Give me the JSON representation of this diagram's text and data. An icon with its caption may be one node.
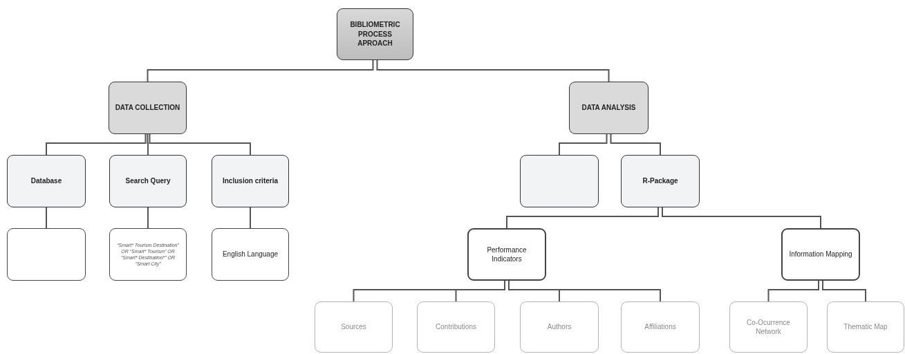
{
  "diagram": {
    "nodes": [
      {
        "text": [
          "BIBLIOMETRIC PROCESS APROACH"
        ]
      },
      {
        "text": [
          "DATA COLLECTION"
        ]
      },
      {
        "text": [
          "DATA ANALYSIS"
        ]
      },
      {
        "text": [
          "Database"
        ]
      },
      {
        "text": [
          "Search Query"
        ]
      },
      {
        "text": [
          "Inclusion criteria"
        ]
      },
      {
        "text": [],
        "shape": "box"
      },
      {
        "text": [
          "“Smart* Tourism Destination” OR “Smart* Tourism” OR “Smart* Destination*” OR “Smart City”"
        ]
      },
      {
        "text": [
          "English Language"
        ]
      },
      {
        "text": [],
        "shape": "box"
      },
      {
        "text": [
          "R-Package"
        ]
      },
      {
        "text": [
          "Performance Indicators"
        ]
      },
      {
        "text": [
          "Information Mapping"
        ]
      },
      {
        "text": [
          "Sources"
        ]
      },
      {
        "text": [
          "Contributions"
        ]
      },
      {
        "text": [
          "Authors"
        ]
      },
      {
        "text": [
          "Affiliations"
        ]
      },
      {
        "text": [
          "Co-Ocurrence Network"
        ]
      },
      {
        "text": [
          "Thematic Map"
        ]
      }
    ],
    "edges": [
      {
        "from": 0,
        "to": 1,
        "arrow": "none"
      },
      {
        "from": 0,
        "to": 2,
        "arrow": "none"
      },
      {
        "from": 1,
        "to": 3,
        "arrow": "none"
      },
      {
        "from": 1,
        "to": 4,
        "arrow": "none"
      },
      {
        "from": 1,
        "to": 5,
        "arrow": "none"
      },
      {
        "from": 3,
        "to": 6,
        "arrow": "none"
      },
      {
        "from": 4,
        "to": 7,
        "arrow": "none"
      },
      {
        "from": 5,
        "to": 8,
        "arrow": "none"
      },
      {
        "from": 2,
        "to": 9,
        "arrow": "none"
      },
      {
        "from": 2,
        "to": 10,
        "arrow": "none"
      },
      {
        "from": 10,
        "to": 11,
        "arrow": "none"
      },
      {
        "from": 10,
        "to": 12,
        "arrow": "none"
      },
      {
        "from": 11,
        "to": 13,
        "arrow": "none"
      },
      {
        "from": 11,
        "to": 14,
        "arrow": "none"
      },
      {
        "from": 11,
        "to": 15,
        "arrow": "none"
      },
      {
        "from": 11,
        "to": 16,
        "arrow": "none"
      },
      {
        "from": 12,
        "to": 17,
        "arrow": "none"
      },
      {
        "from": 12,
        "to": 18,
        "arrow": "none"
      }
    ]
  }
}
